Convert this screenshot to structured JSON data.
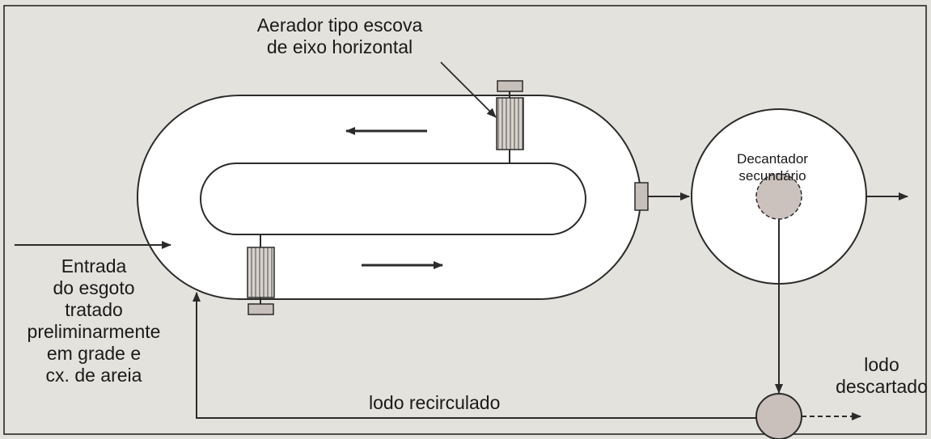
{
  "aerator": {
    "label_lines": [
      "Aerador tipo escova",
      "de eixo horizontal"
    ]
  },
  "inflow": {
    "label_lines": [
      "Entrada",
      "do esgoto",
      "tratado",
      "preliminarmente",
      "em grade e",
      "cx. de areia"
    ]
  },
  "decanter": {
    "label_lines": [
      "Decantador",
      "secundário"
    ]
  },
  "sludge_recirculated": {
    "label": "lodo recirculado"
  },
  "sludge_discarded": {
    "label_lines": [
      "lodo",
      "descartado"
    ]
  },
  "colors": {
    "background": "#e4e2dd",
    "tank_fill": "#ffffff",
    "stroke": "#2b2b2b",
    "aerator_fill": "#c7bfb9",
    "pump_fill": "#c9bfbb"
  }
}
